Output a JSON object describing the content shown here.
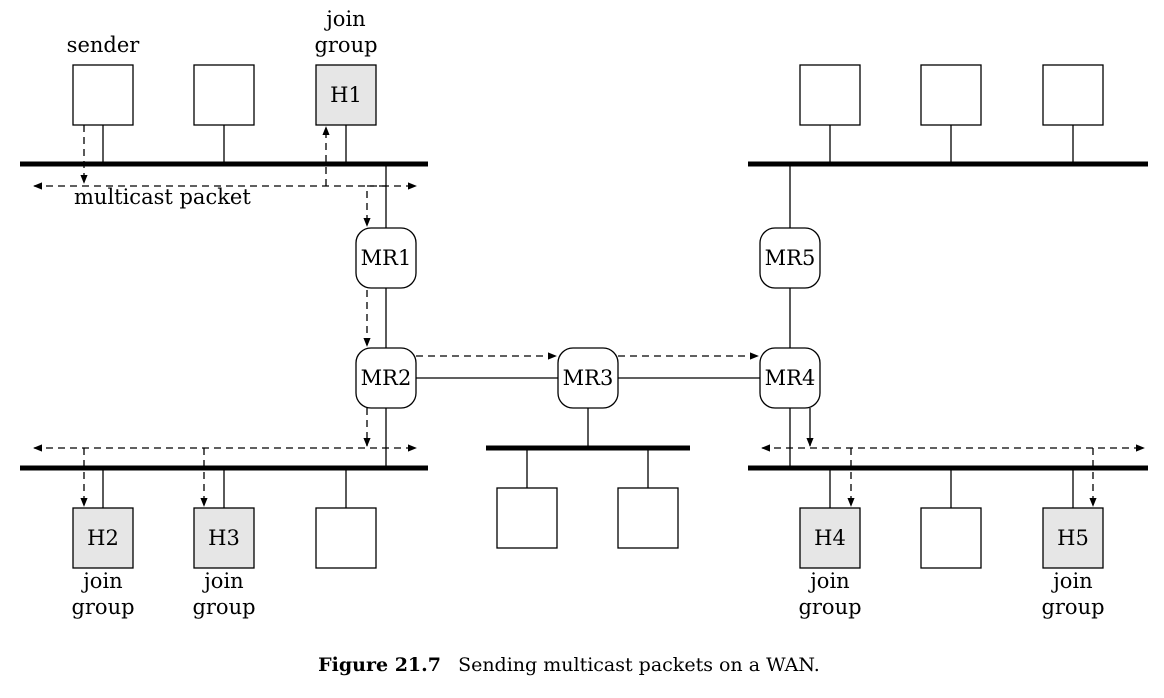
{
  "labels": {
    "sender": "sender",
    "join": "join",
    "group": "group",
    "multicast_packet": "multicast packet"
  },
  "hosts": {
    "h1": "H1",
    "h2": "H2",
    "h3": "H3",
    "h4": "H4",
    "h5": "H5"
  },
  "routers": {
    "mr1": "MR1",
    "mr2": "MR2",
    "mr3": "MR3",
    "mr4": "MR4",
    "mr5": "MR5"
  },
  "caption": {
    "number": "Figure 21.7",
    "text": "Sending multicast packets on a WAN."
  },
  "colors": {
    "line": "#000000",
    "joined_host_fill": "#e6e6e6",
    "plain_host_fill": "#ffffff"
  }
}
